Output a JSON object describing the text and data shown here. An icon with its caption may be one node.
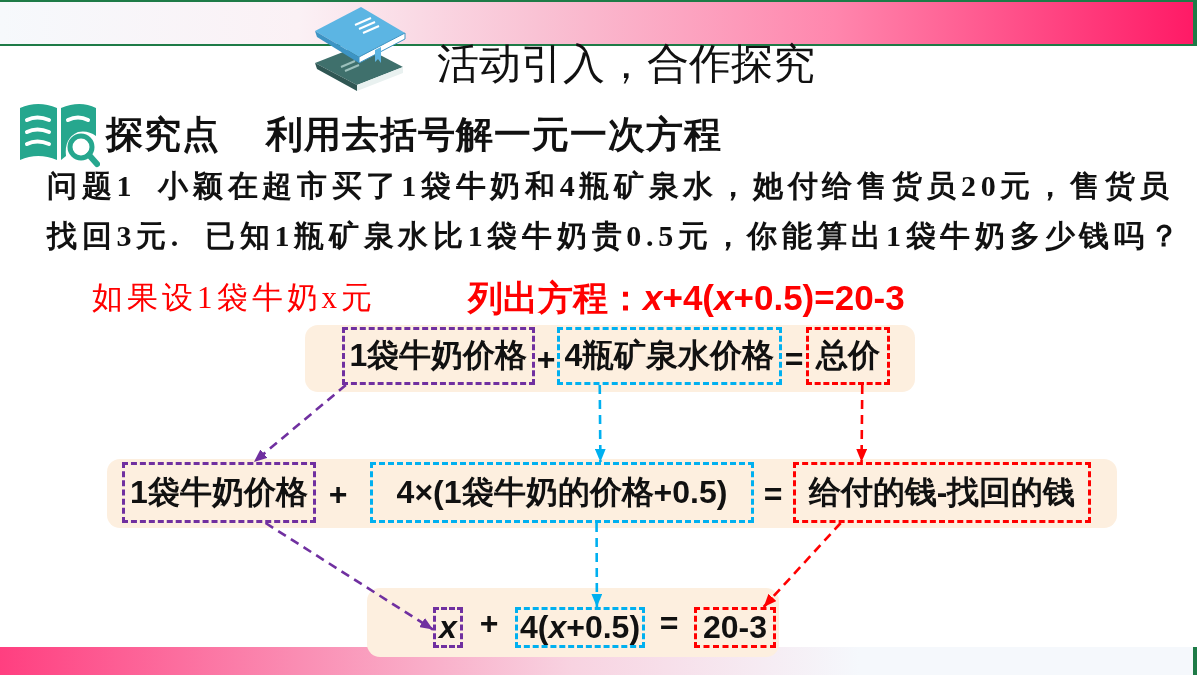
{
  "diagram": {
    "title": "活动引入，合作探究",
    "nodes": [
      {
        "text": [
          "+",
          "="
        ]
      },
      {
        "text": [
          "1袋牛奶价格"
        ],
        "in": 0
      },
      {
        "text": [
          "4瓶矿泉水价格"
        ],
        "in": 0
      },
      {
        "text": [
          "总价"
        ],
        "in": 0
      },
      {
        "text": [
          "+",
          "="
        ]
      },
      {
        "text": [
          "1袋牛奶价格"
        ],
        "in": 4
      },
      {
        "text": [
          "4×(1袋牛奶的价格+0.5)"
        ],
        "in": 4
      },
      {
        "text": [
          "给付的钱-找回的钱"
        ],
        "in": 4
      },
      {
        "text": [
          "+",
          "="
        ]
      },
      {
        "text": [
          "x"
        ],
        "in": 8
      },
      {
        "text": [
          "4(*x*+0.5)"
        ],
        "in": 8
      },
      {
        "text": [
          "20-3"
        ],
        "in": 8
      }
    ],
    "edges": [
      {
        "from": 1,
        "to": 5,
        "arrow": "to",
        "style": "dashed",
        "color": "#7030a0"
      },
      {
        "from": 2,
        "to": 6,
        "arrow": "to",
        "style": "dashed",
        "color": "#00b0f0"
      },
      {
        "from": 3,
        "to": 7,
        "arrow": "to",
        "style": "dashed",
        "color": "#ff0000"
      },
      {
        "from": 5,
        "to": 9,
        "arrow": "to",
        "style": "dashed",
        "color": "#7030a0"
      },
      {
        "from": 6,
        "to": 10,
        "arrow": "to",
        "style": "dashed",
        "color": "#00b0f0"
      },
      {
        "from": 7,
        "to": 11,
        "arrow": "to",
        "style": "dashed",
        "color": "#ff0000"
      }
    ],
    "labels": [
      "探究点",
      "利用去括号解一元一次方程",
      "问题1 小颖在超市买了1袋牛奶和4瓶矿泉水，她付给售货员20元，售货员找回3元. 已知1瓶矿泉水比1袋牛奶贵0.5元，你能算出1袋牛奶多少钱吗？",
      "如果设1袋牛奶x元",
      "列出方程：*x*+4(*x*+0.5)=20-3"
    ]
  }
}
